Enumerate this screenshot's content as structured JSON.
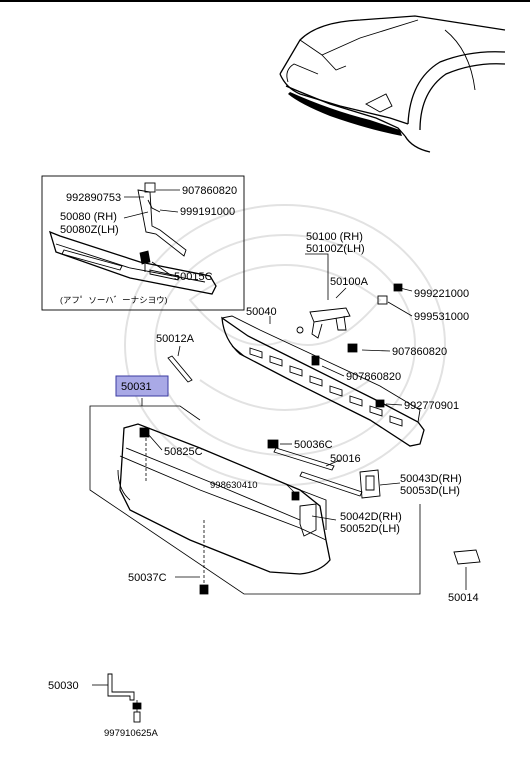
{
  "labels": {
    "p907860820a": "907860820",
    "p992890753": "992890753",
    "p50080": "50080 (RH)",
    "p50080z": "50080Z(LH)",
    "p999191000": "999191000",
    "p50015c": "50015C",
    "inset_note": "(アフ゜ソーハ゛ーナシヨウ)",
    "p50100": "50100 (RH)",
    "p50100z": "50100Z(LH)",
    "p50100a": "50100A",
    "p999221000": "999221000",
    "p999531000": "999531000",
    "p50040": "50040",
    "p50012a": "50012A",
    "p907860820b": "907860820",
    "p907860820c": "907860820",
    "p50031": "50031",
    "p992770901": "992770901",
    "p50825c": "50825C",
    "p50036c": "50036C",
    "p50016": "50016",
    "p50043d": "50043D(RH)",
    "p50053d": "50053D(LH)",
    "p998630410": "998630410",
    "p50042d": "50042D(RH)",
    "p50052d": "50052D(LH)",
    "p50037c": "50037C",
    "p50014": "50014",
    "p50030": "50030",
    "p997910625a": "997910625A"
  },
  "highlight_color": "#a9a9e6"
}
